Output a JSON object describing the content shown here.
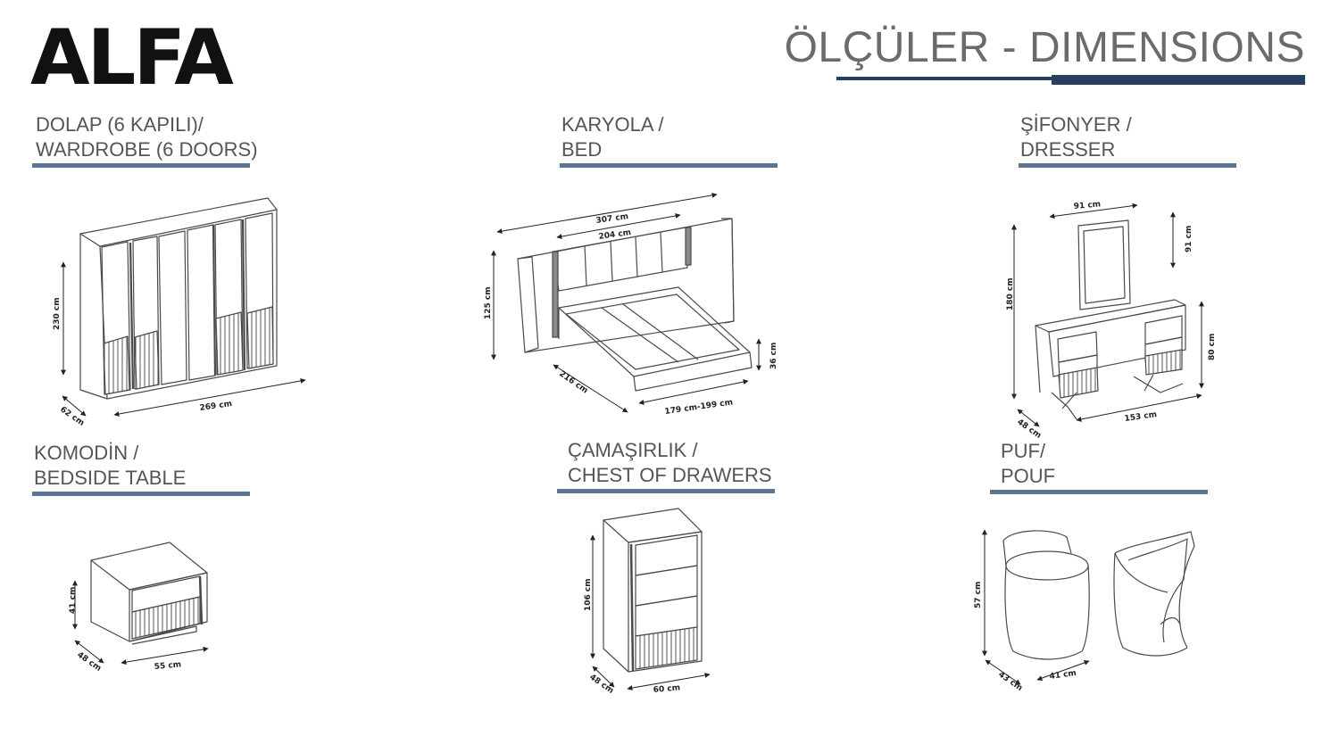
{
  "brand": "ALFA",
  "title": "ÖLÇÜLER - DIMENSIONS",
  "colors": {
    "accent": "#27405f",
    "section_rule": "#5c7592",
    "line_art": "#4a4a4a"
  },
  "sections": {
    "wardrobe": {
      "line1": "DOLAP (6 KAPILI)/",
      "line2": "WARDROBE (6 DOORS)",
      "dims": {
        "height": "230 cm",
        "depth": "62 cm",
        "width": "269 cm"
      }
    },
    "bed": {
      "line1": "KARYOLA /",
      "line2": "BED",
      "dims": {
        "total_width": "307 cm",
        "headboard_width": "204 cm",
        "height": "125 cm",
        "length": "216 cm",
        "mattress": "179 cm-199 cm",
        "frame_height": "36 cm"
      }
    },
    "dresser": {
      "line1": "ŞİFONYER /",
      "line2": "DRESSER",
      "dims": {
        "mirror_width": "91 cm",
        "mirror_height": "91 cm",
        "total_height": "180 cm",
        "height": "80 cm",
        "depth": "48 cm",
        "width": "153 cm"
      }
    },
    "bedside": {
      "line1": "KOMODİN /",
      "line2": "BEDSIDE TABLE",
      "dims": {
        "height": "41 cm",
        "depth": "48 cm",
        "width": "55 cm"
      }
    },
    "chest": {
      "line1": "ÇAMAŞIRLIK /",
      "line2": "CHEST OF DRAWERS",
      "dims": {
        "height": "106 cm",
        "depth": "48 cm",
        "width": "60 cm"
      }
    },
    "pouf": {
      "line1": "PUF/",
      "line2": "POUF",
      "dims": {
        "height": "57 cm",
        "depth": "43 cm",
        "width": "41 cm"
      }
    }
  }
}
